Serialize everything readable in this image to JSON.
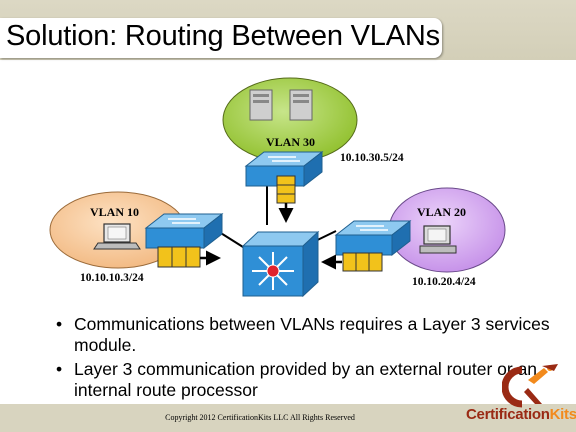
{
  "slide": {
    "title": "Solution: Routing Between VLANs",
    "bullets": [
      "Communications between VLANs requires a Layer 3 services module.",
      "Layer 3 communication provided by an external router or an internal route processor"
    ],
    "copyright": "Copyright 2012 CertificationKits LLC  All Rights Reserved",
    "logo": {
      "text_main": "Certification",
      "text_accent": "Kits",
      "color_main": "#9a2a14",
      "color_accent": "#f28a1c"
    }
  },
  "diagram": {
    "vlans": [
      {
        "name": "VLAN 30",
        "address": "10.10.30.5/24",
        "color": "#99cc33",
        "device": "servers-icon"
      },
      {
        "name": "VLAN 10",
        "address": "10.10.10.3/24",
        "color": "#f7c99a",
        "device": "laptop-icon"
      },
      {
        "name": "VLAN 20",
        "address": "10.10.20.4/24",
        "color": "#cc99ee",
        "device": "desktop-pc-icon"
      }
    ],
    "switch_color": "#3399dd",
    "trunk_port_color": "#f2c21b",
    "core_device": "layer3-switch-icon"
  }
}
